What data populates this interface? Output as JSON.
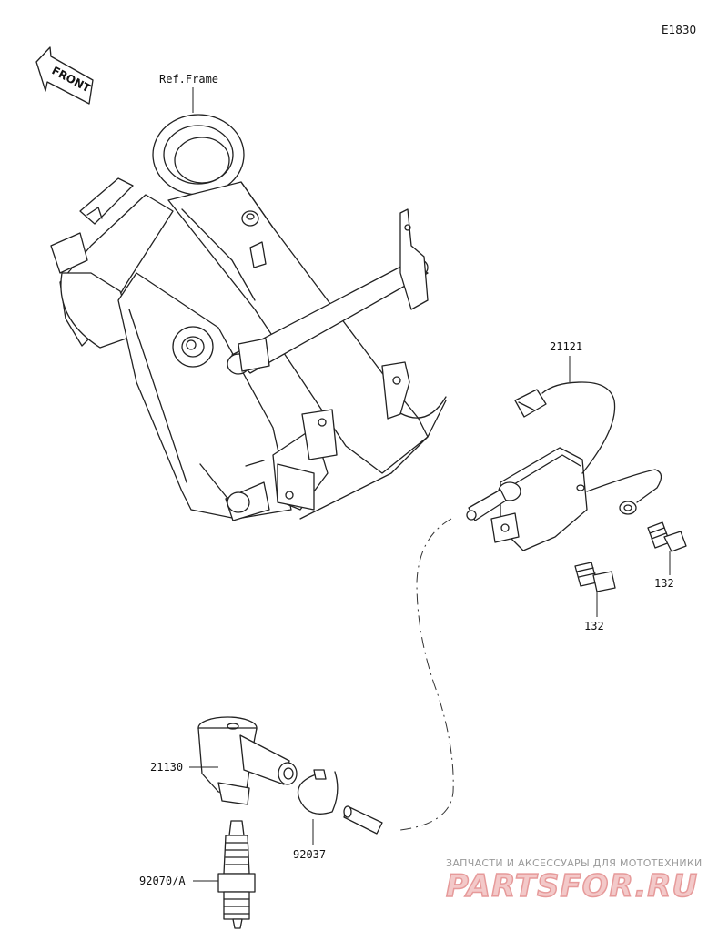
{
  "diagram_code": "E1830",
  "front_label": "FRONT",
  "frame_ref": "Ref.Frame",
  "parts": [
    {
      "label": "21121"
    },
    {
      "label": "132"
    },
    {
      "label": "132"
    },
    {
      "label": "21130"
    },
    {
      "label": "92037"
    },
    {
      "label": "92070/A"
    }
  ],
  "watermark": {
    "tagline": "ЗАПЧАСТИ И АКСЕССУАРЫ ДЛЯ МОТОТЕХНИКИ",
    "logo": "PARTSFOR.RU"
  },
  "colors": {
    "line": "#222222",
    "watermark_grey": "#9a9a9a",
    "watermark_red": "#e69a9a"
  }
}
